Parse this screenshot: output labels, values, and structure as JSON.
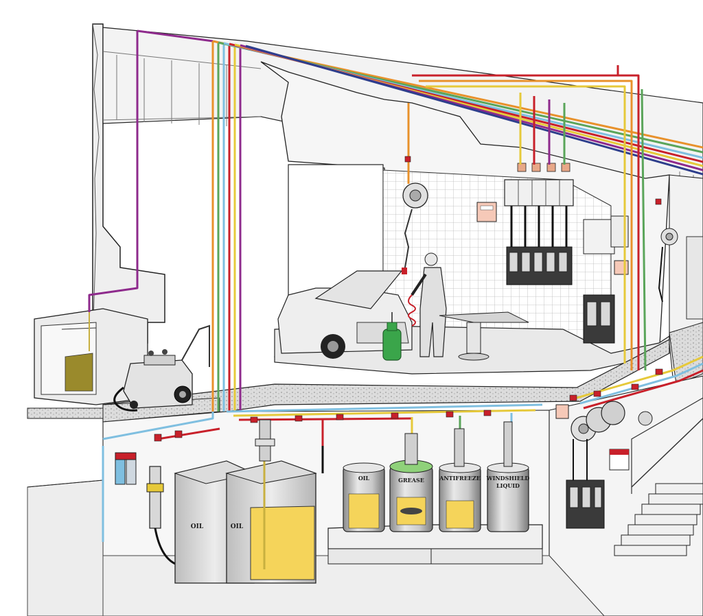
{
  "labels": {
    "tank_left": "OIL",
    "tank_right": "OIL",
    "drum_oil": "OIL",
    "drum_grease": "GREASE",
    "drum_antifreeze": "ANTIFREEZE",
    "drum_windshield_line1": "WINDSHIELD",
    "drum_windshield_line2": "LIQUID"
  },
  "colors": {
    "pipe_purple": "#8e2a8c",
    "pipe_orange": "#e8912b",
    "pipe_red": "#c8202a",
    "pipe_yellow": "#e6c93a",
    "pipe_green": "#5aa55a",
    "pipe_blue": "#7fbfe0",
    "pipe_navy": "#2d3e8c",
    "oil_yellow": "#f5d45a",
    "used_oil": "#9a8a2c",
    "concrete": "#e8e8e8",
    "grease_green": "#8fd17a",
    "equipment_green": "#3aa54a"
  },
  "icons": [
    "hose-reel-icon",
    "dispense-valve-icon",
    "control-panel-icon",
    "pump-icon",
    "filter-regulator-icon"
  ]
}
